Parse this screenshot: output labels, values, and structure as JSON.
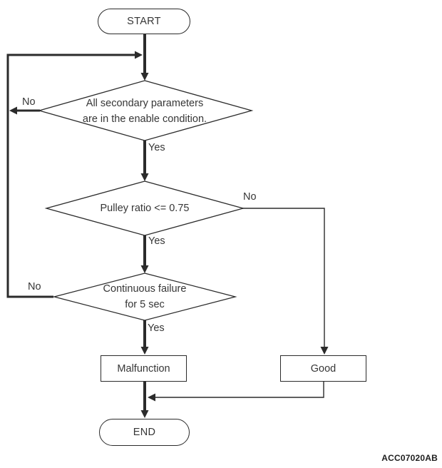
{
  "figure_code": "ACC07020AB",
  "flow": {
    "start": "START",
    "decision1_line1": "All secondary parameters",
    "decision1_line2": "are in the enable condition.",
    "decision2": "Pulley ratio <= 0.75",
    "decision3_line1": "Continuous failure",
    "decision3_line2": "for 5 sec",
    "malfunction": "Malfunction",
    "good": "Good",
    "end": "END"
  },
  "edges": {
    "d1_no": "No",
    "d1_yes": "Yes",
    "d2_no": "No",
    "d2_yes": "Yes",
    "d3_no": "No",
    "d3_yes": "Yes"
  },
  "colors": {
    "line": "#2b2b2b",
    "text": "#363636",
    "background": "#ffffff"
  }
}
